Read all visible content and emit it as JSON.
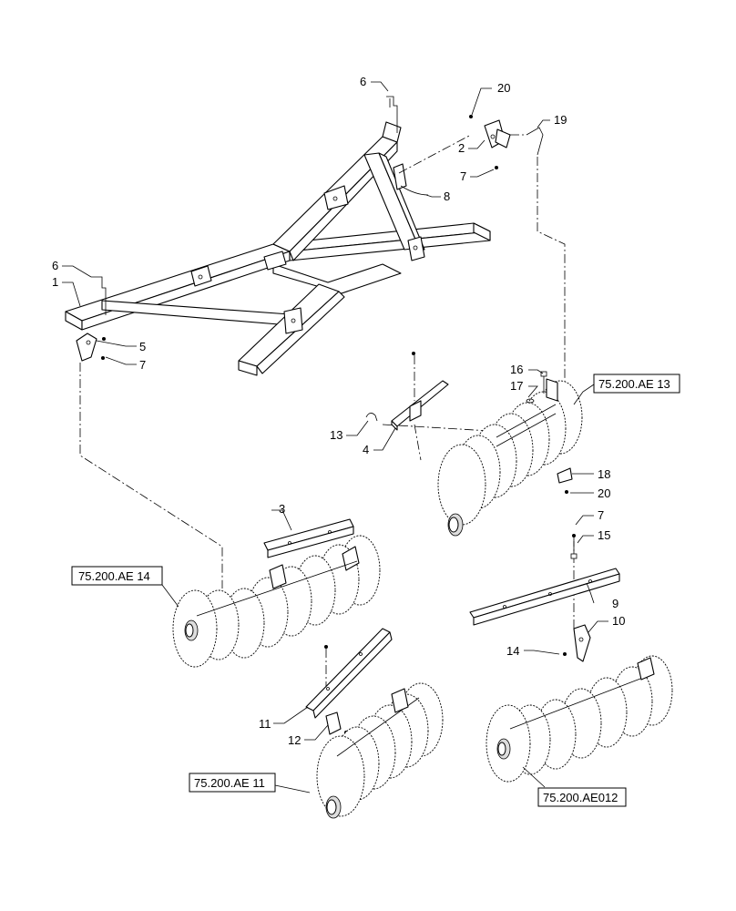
{
  "callouts": {
    "c1": "1",
    "c2": "2",
    "c3": "3",
    "c4": "4",
    "c5": "5",
    "c6a": "6",
    "c6b": "6",
    "c7a": "7",
    "c7b": "7",
    "c7c": "7",
    "c8": "8",
    "c9": "9",
    "c10": "10",
    "c11": "11",
    "c12": "12",
    "c13": "13",
    "c14": "14",
    "c15": "15",
    "c16": "16",
    "c17": "17",
    "c18": "18",
    "c19": "19",
    "c20a": "20",
    "c20b": "20"
  },
  "references": {
    "ae13": "75.200.AE 13",
    "ae14": "75.200.AE 14",
    "ae11": "75.200.AE 11",
    "ae012": "75.200.AE012"
  }
}
